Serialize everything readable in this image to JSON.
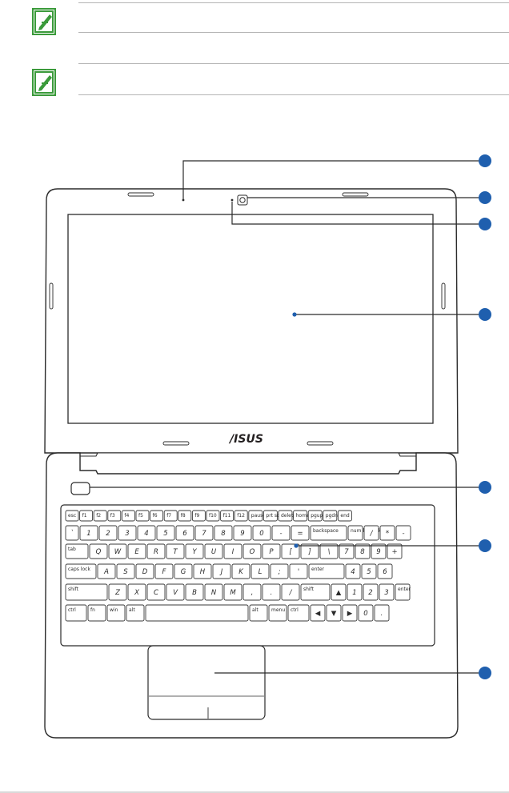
{
  "notes": [
    {
      "icon": "note-pencil-icon"
    },
    {
      "icon": "note-pencil-icon"
    }
  ],
  "diagram": {
    "logo_text": "/ISUS",
    "callouts": [
      {
        "target": "array-microphones"
      },
      {
        "target": "camera"
      },
      {
        "target": "camera-indicator"
      },
      {
        "target": "display-panel"
      },
      {
        "target": "power-button"
      },
      {
        "target": "keyboard"
      },
      {
        "target": "touchpad"
      }
    ],
    "keyboard_rows": [
      [
        "esc",
        "f1",
        "f2",
        "f3",
        "f4",
        "f5",
        "f6",
        "f7",
        "f8",
        "f9",
        "f10",
        "f11",
        "f12",
        "pause break",
        "prt sc sysrq",
        "delete insert",
        "home",
        "pgup",
        "pgdn",
        "end"
      ],
      [
        "`",
        "1",
        "2",
        "3",
        "4",
        "5",
        "6",
        "7",
        "8",
        "9",
        "0",
        "-",
        "=",
        "backspace",
        "num lk scr lk",
        "/",
        "*",
        "-"
      ],
      [
        "tab",
        "Q",
        "W",
        "E",
        "R",
        "T",
        "Y",
        "U",
        "I",
        "O",
        "P",
        "[",
        "]",
        "\\",
        "7",
        "8",
        "9",
        "+"
      ],
      [
        "caps lock",
        "A",
        "S",
        "D",
        "F",
        "G",
        "H",
        "J",
        "K",
        "L",
        ";",
        "'",
        "enter",
        "4",
        "5",
        "6"
      ],
      [
        "shift",
        "Z",
        "X",
        "C",
        "V",
        "B",
        "N",
        "M",
        ",",
        ".",
        "/",
        "shift",
        "▲",
        "1",
        "2",
        "3",
        "enter"
      ],
      [
        "ctrl",
        "fn",
        "win",
        "alt",
        "",
        "alt",
        "menu",
        "ctrl",
        "◀",
        "▼",
        "▶",
        "0",
        "."
      ]
    ]
  },
  "colors": {
    "accent": "#1f5fae",
    "note_green": "#3a9a3a",
    "line": "#2b2b2b"
  }
}
